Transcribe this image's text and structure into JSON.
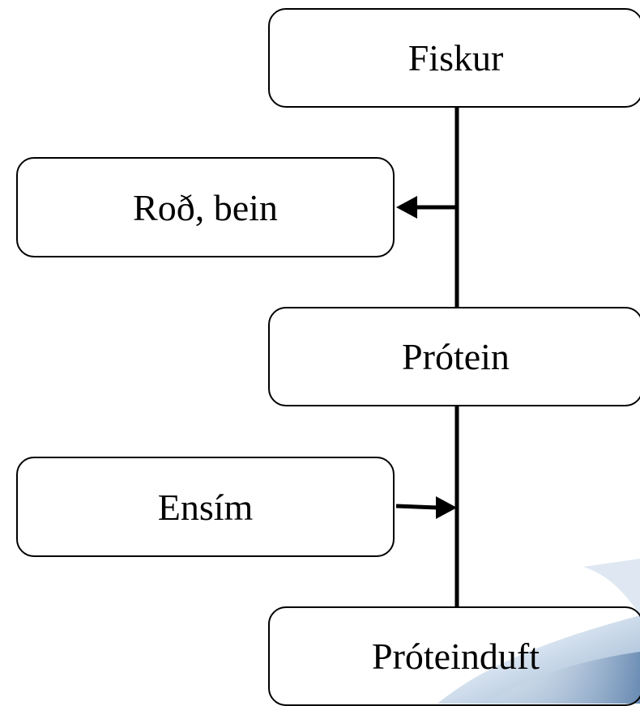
{
  "diagram": {
    "nodes": {
      "fiskur": "Fiskur",
      "rod_bein": "Roð, bein",
      "protein": "Prótein",
      "ensim": "Ensím",
      "proteinduft": "Próteinduft"
    },
    "edges": [
      {
        "from": "fiskur",
        "to": "protein"
      },
      {
        "from": "main-flow",
        "to": "rod_bein"
      },
      {
        "from": "protein",
        "to": "proteinduft"
      },
      {
        "from": "ensim",
        "to": "main-flow"
      }
    ]
  }
}
